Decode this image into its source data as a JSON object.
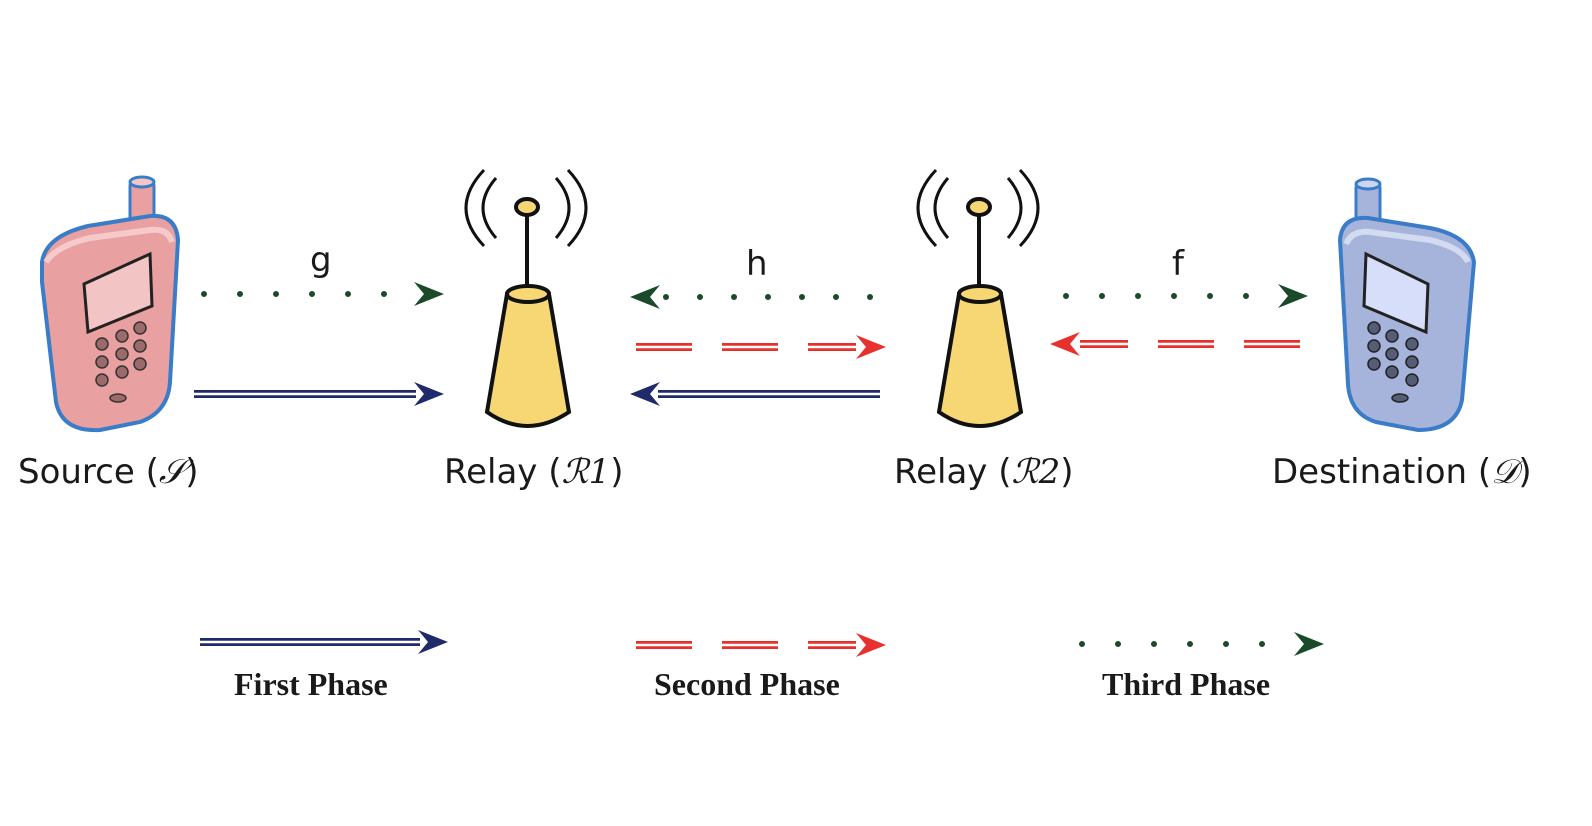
{
  "nodes": {
    "source": {
      "name": "Source",
      "symbol": "𝒮"
    },
    "relay1": {
      "name": "Relay",
      "symbol": "ℛ1"
    },
    "relay2": {
      "name": "Relay",
      "symbol": "ℛ2"
    },
    "destination": {
      "name": "Destination",
      "symbol": "𝒟"
    }
  },
  "links": {
    "g": "g",
    "h": "h",
    "f": "f"
  },
  "legend": {
    "first": "First Phase",
    "second": "Second Phase",
    "third": "Third Phase"
  },
  "colors": {
    "first_phase": "#1f2a6b",
    "second_phase": "#e8302c",
    "third_phase": "#1b4a2a",
    "source_phone": "#e8a0a0",
    "destination_phone": "#a6b4dc",
    "relay_tower": "#f7d774",
    "phone_outline": "#3a7cc8"
  }
}
